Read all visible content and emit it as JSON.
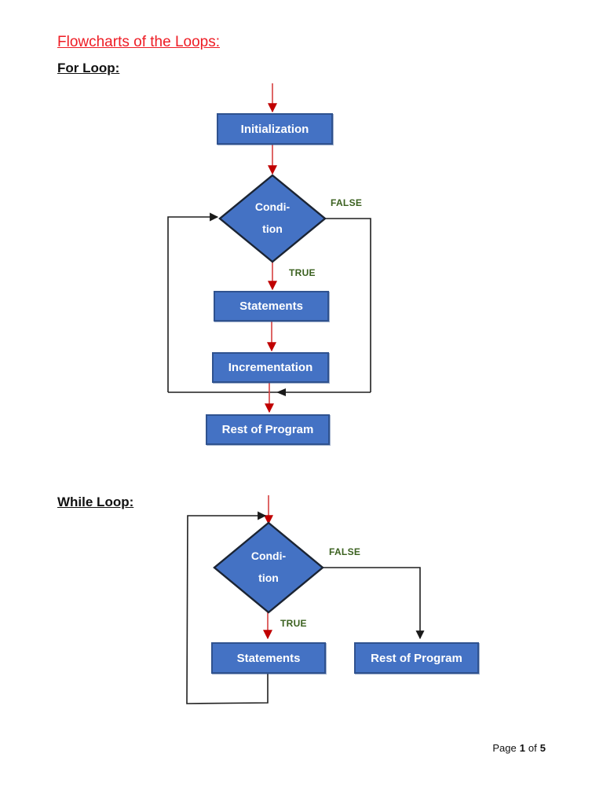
{
  "document": {
    "title": "Flowcharts of the Loops:",
    "footer": {
      "word_page": "Page",
      "page_number": "1",
      "word_of": "of",
      "total_pages": "5"
    }
  },
  "for_loop": {
    "heading": "For Loop:",
    "initialization": "Initialization",
    "condition_line1": "Condi-",
    "condition_line2": "tion",
    "false_label": "FALSE",
    "true_label": "TRUE",
    "statements": "Statements",
    "incrementation": "Incrementation",
    "rest_of_program": "Rest of Program"
  },
  "while_loop": {
    "heading": "While Loop:",
    "condition_line1": "Condi-",
    "condition_line2": "tion",
    "false_label": "FALSE",
    "true_label": "TRUE",
    "statements": "Statements",
    "rest_of_program": "Rest of Program"
  },
  "colors": {
    "node_fill": "#4472c4",
    "node_border": "#2f528f",
    "diamond_border": "#1b2433",
    "red_arrow_line": "#d64040",
    "red_arrow_head": "#c00000",
    "black_line": "#1f1f1f",
    "branch_label_green": "#3b611f",
    "title_red": "#ee1c24"
  }
}
